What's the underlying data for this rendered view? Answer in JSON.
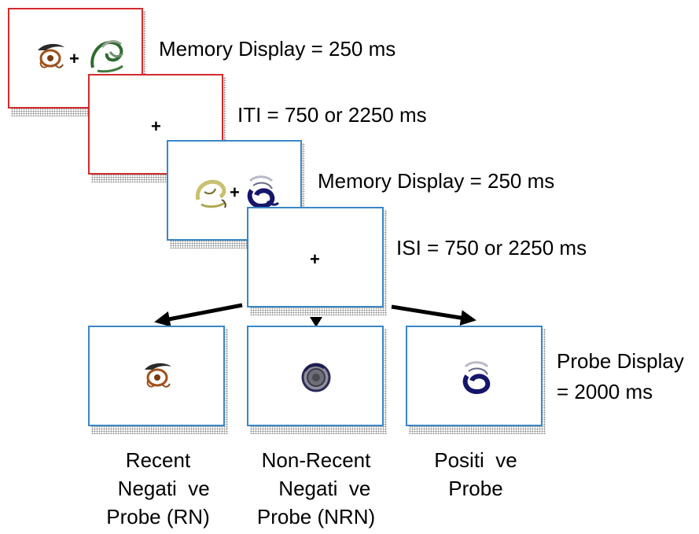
{
  "sequence": {
    "fixation": "+",
    "steps": [
      {
        "label": "Memory Display = 250 ms",
        "color": "#d42a2a"
      },
      {
        "label": "ITI = 750 or  2250 ms",
        "color": "#d42a2a"
      },
      {
        "label": "Memory Display = 250 ms",
        "color": "#3a86c8"
      },
      {
        "label": "ISI = 750 or  2250 ms",
        "color": "#3a86c8"
      }
    ]
  },
  "probe": {
    "label_line1": "Probe Display",
    "label_line2": "= 2000 ms",
    "conditions": [
      {
        "text": "Recent\n  Negati  ve\nProbe (RN)"
      },
      {
        "text": "Non-Recent\n   Negati  ve\nProbe (NRN)"
      },
      {
        "text": "Positi  ve\nProbe"
      }
    ]
  }
}
